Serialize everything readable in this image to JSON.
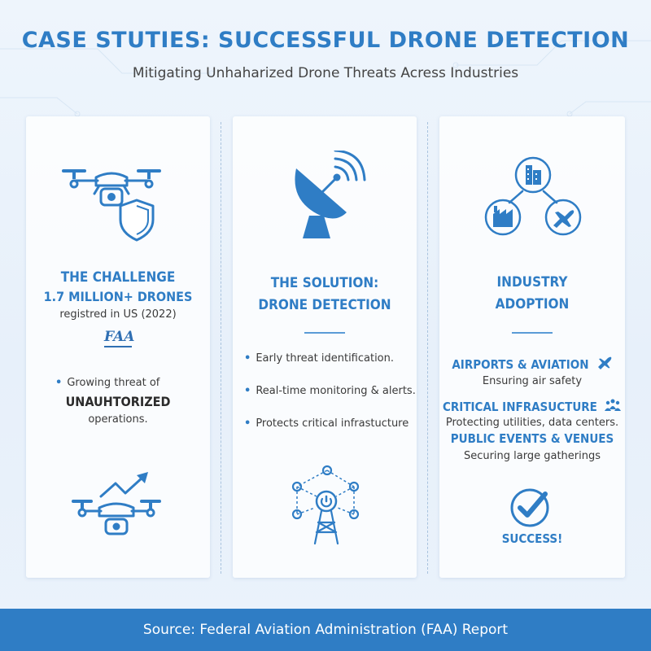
{
  "header": {
    "title": "CASE STUTIES: SUCCESSFUL DRONE DETECTION",
    "subtitle": "Mitigating Unhaharized Drone Threats Acress Industries"
  },
  "challenge": {
    "heading": "THE CHALLENGE",
    "stat": "1.7 MILLION+ DRONES",
    "stat_note": "registred in US (2022)",
    "logo_text": "FAA",
    "bullet_lead": "Growing threat of",
    "bullet_emph": "UNAUHTORIZED",
    "bullet_tail": "operations."
  },
  "solution": {
    "heading_line1": "THE SOLUTION:",
    "heading_line2": "DRONE DETECTION",
    "bullets": [
      "Early threat identification.",
      "Real-time monitoring & alerts.",
      "Protects critical infrastucture"
    ]
  },
  "industry": {
    "heading_line1": "INDUSTRY",
    "heading_line2": "ADOPTION",
    "items": [
      {
        "title": "AIRPORTS & AVIATION",
        "desc": "Ensuring air safety"
      },
      {
        "title": "CRITICAL INFRASUCTURE",
        "desc": "Protecting utilities, data centers."
      },
      {
        "title": "PUBLIC EVENTS & VENUES",
        "desc": "Securing large gatherings"
      }
    ],
    "success_label": "SUCCESS!"
  },
  "footer": {
    "source": "Source: Federal Aviation Administration (FAA) Report"
  },
  "colors": {
    "accent": "#2f7dc5",
    "footer_bg": "#2f7dc5"
  }
}
